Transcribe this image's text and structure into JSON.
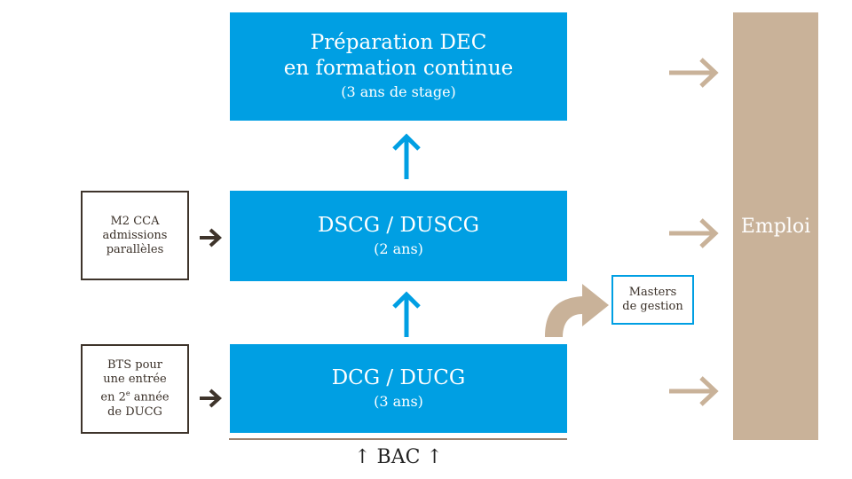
{
  "boxes": {
    "dec": {
      "line1": "Préparation DEC",
      "line2": "en formation continue",
      "sub": "(3 ans de stage)"
    },
    "dscg": {
      "title": "DSCG / DUSCG",
      "sub": "(2 ans)"
    },
    "dcg": {
      "title": "DCG / DUCG",
      "sub": "(3 ans)"
    }
  },
  "side": {
    "m2": {
      "line1": "M2 CCA",
      "line2": "admissions",
      "line3": "parallèles"
    },
    "bts": {
      "line1": "BTS pour",
      "line2": "une entrée",
      "line3a": "en 2",
      "line3sup": "e",
      "line3b": " année",
      "line4": "de DUCG"
    }
  },
  "masters": {
    "line1": "Masters",
    "line2": "de gestion"
  },
  "emploi": {
    "label": "Emploi"
  },
  "bac": {
    "label": "↑ BAC ↑"
  },
  "colors": {
    "blue": "#009fe3",
    "tan": "#c9b299",
    "dark": "#3e342b"
  }
}
